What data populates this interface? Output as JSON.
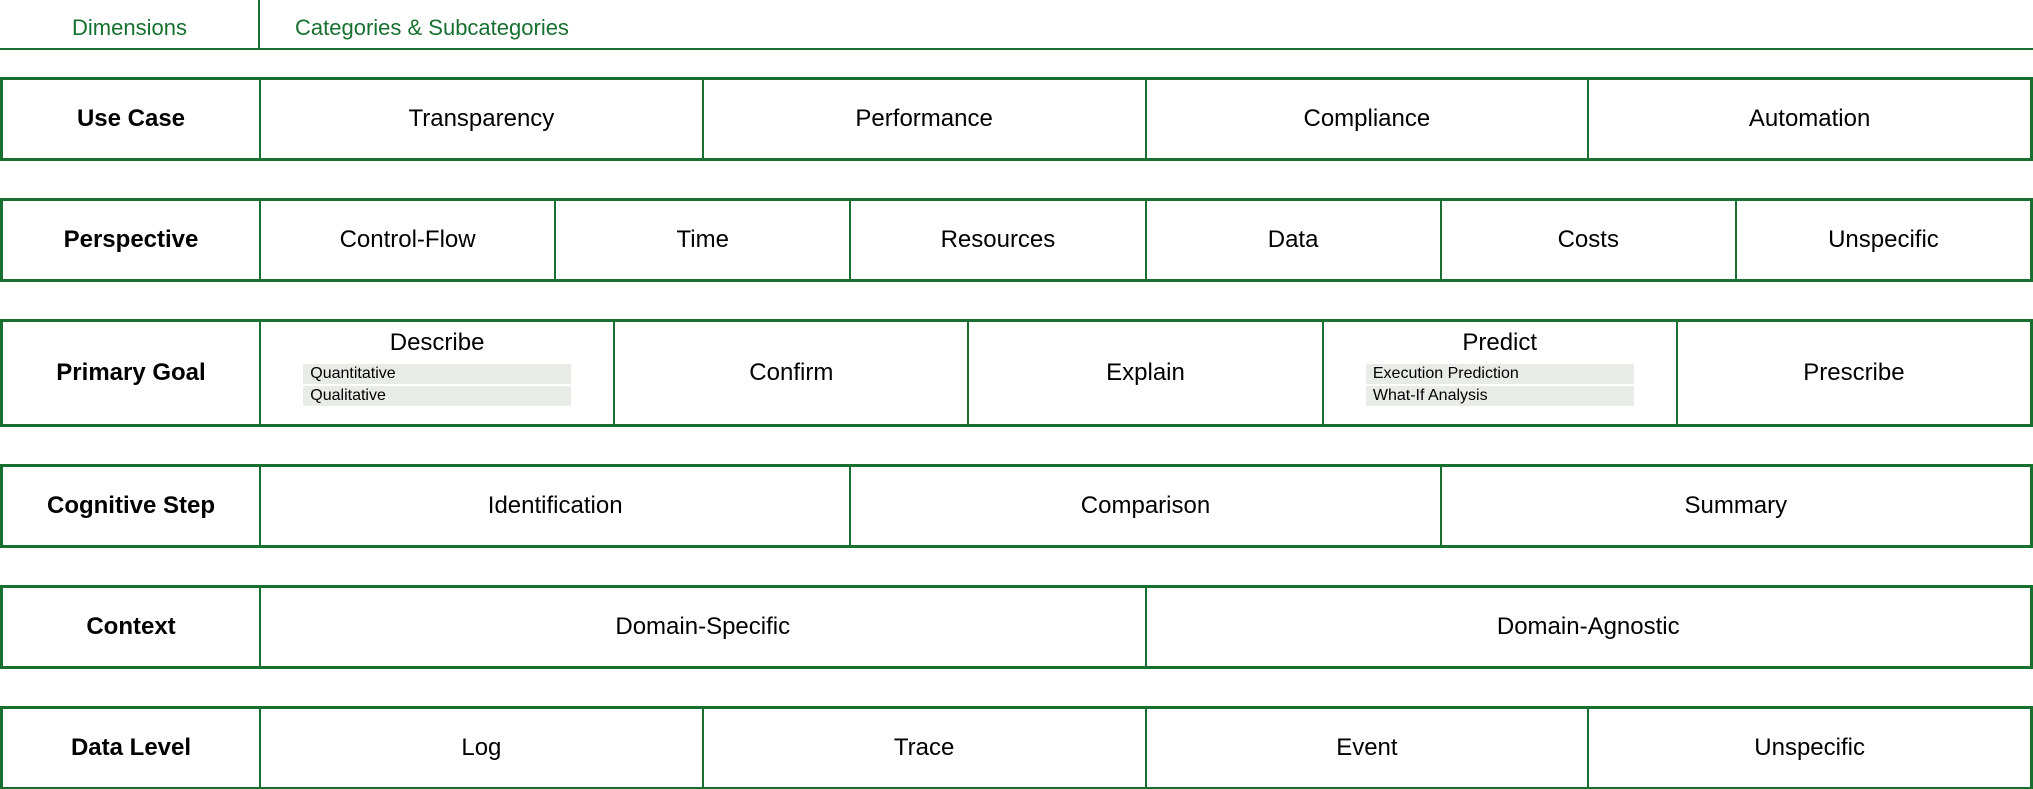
{
  "meta": {
    "figure_type": "taxonomy-table",
    "accent_green": "#17702f",
    "subcategory_bar_bg": "#e9ece6",
    "text_color": "#000000"
  },
  "header": {
    "dimensions_label": "Dimensions",
    "categories_label": "Categories & Subcategories"
  },
  "rows": [
    {
      "dimension": "Use Case",
      "categories": [
        {
          "label": "Transparency"
        },
        {
          "label": "Performance"
        },
        {
          "label": "Compliance"
        },
        {
          "label": "Automation"
        }
      ]
    },
    {
      "dimension": "Perspective",
      "categories": [
        {
          "label": "Control-Flow"
        },
        {
          "label": "Time"
        },
        {
          "label": "Resources"
        },
        {
          "label": "Data"
        },
        {
          "label": "Costs"
        },
        {
          "label": "Unspecific"
        }
      ]
    },
    {
      "dimension": "Primary Goal",
      "categories": [
        {
          "label": "Describe",
          "subcategories": [
            "Quantitative",
            "Qualitative"
          ]
        },
        {
          "label": "Confirm"
        },
        {
          "label": "Explain"
        },
        {
          "label": "Predict",
          "subcategories": [
            "Execution Prediction",
            "What-If Analysis"
          ]
        },
        {
          "label": "Prescribe"
        }
      ]
    },
    {
      "dimension": "Cognitive Step",
      "categories": [
        {
          "label": "Identification"
        },
        {
          "label": "Comparison"
        },
        {
          "label": "Summary"
        }
      ]
    },
    {
      "dimension": "Context",
      "categories": [
        {
          "label": "Domain-Specific"
        },
        {
          "label": "Domain-Agnostic"
        }
      ]
    },
    {
      "dimension": "Data Level",
      "categories": [
        {
          "label": "Log"
        },
        {
          "label": "Trace"
        },
        {
          "label": "Event"
        },
        {
          "label": "Unspecific"
        }
      ]
    }
  ]
}
